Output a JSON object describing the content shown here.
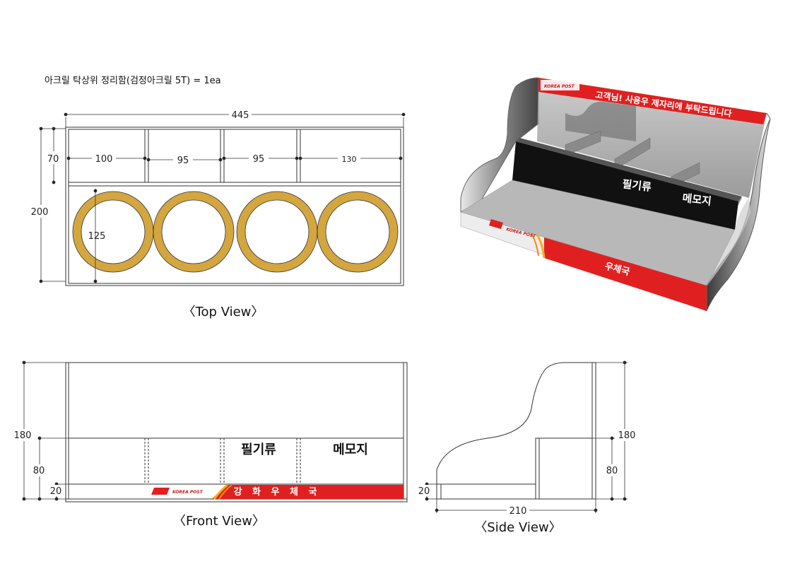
{
  "title": "아크릴 탁상위 정리함(검정아크릴 5T) = 1ea",
  "top_view": {
    "caption": "〈Top View〉",
    "dims": {
      "overall_width": "445",
      "overall_depth": "200",
      "front_depth": "70",
      "compartment_1": "100",
      "compartment_2": "95",
      "compartment_3": "95",
      "compartment_4": "130",
      "circle_diameter": "125"
    },
    "circle_color": "#d4a640"
  },
  "front_view": {
    "caption": "〈Front View〉",
    "dims": {
      "height": "180",
      "front_height": "80",
      "base_height": "20"
    },
    "labels": {
      "pens": "필기류",
      "memo": "메모지"
    },
    "banner_text": "강 화 우 체 국",
    "logo_text": "KOREA POST",
    "banner_color": "#e02020"
  },
  "side_view": {
    "caption": "〈Side View〉",
    "dims": {
      "height": "180",
      "front_height": "80",
      "base_height": "20",
      "depth": "210"
    }
  },
  "render_3d": {
    "back_banner_text": "고객님! 사용우 제자리에 부탁드립니다",
    "front_banner_text": "우체국",
    "logo_text": "KOREA POST",
    "labels": {
      "pens": "필기류",
      "memo": "메모지"
    }
  }
}
